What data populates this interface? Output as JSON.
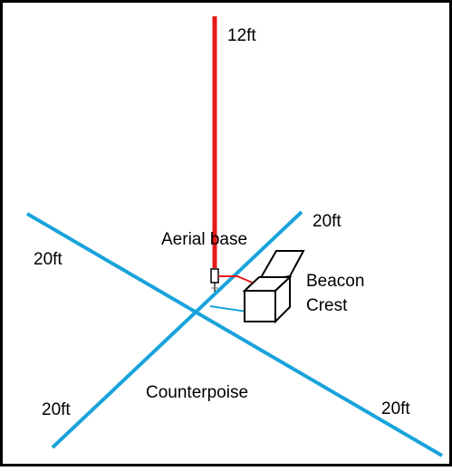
{
  "labels": {
    "vertical_length": "12ft",
    "radial_upper_right": "20ft",
    "radial_upper_left": "20ft",
    "radial_lower_left": "20ft",
    "radial_lower_right": "20ft",
    "aerial_base": "Aerial base",
    "box_line1": "Beacon",
    "box_line2": "Crest",
    "counterpoise": "Counterpoise"
  },
  "colors": {
    "vertical_element": "#e31b1b",
    "counterpoise": "#1aa3db",
    "feed_line": "#e31b1b",
    "outline": "#000000",
    "background": "#ffffff"
  }
}
